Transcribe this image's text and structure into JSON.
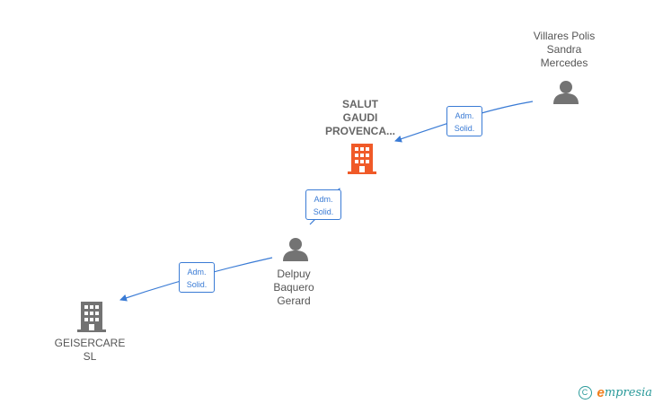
{
  "nodes": {
    "villares": {
      "lines": [
        "Villares Polis",
        "Sandra",
        "Mercedes"
      ],
      "kind": "person"
    },
    "salut": {
      "lines": [
        "SALUT",
        "GAUDI",
        "PROVENCA..."
      ],
      "kind": "company-main"
    },
    "delpuy": {
      "lines": [
        "Delpuy",
        "Baquero",
        "Gerard"
      ],
      "kind": "person"
    },
    "geisercare": {
      "lines": [
        "GEISERCARE",
        "SL"
      ],
      "kind": "company"
    }
  },
  "edges": [
    {
      "from": "villares",
      "to": "salut",
      "lines": [
        "Adm.",
        "Solid."
      ]
    },
    {
      "from": "delpuy",
      "to": "salut",
      "lines": [
        "Adm.",
        "Solid."
      ]
    },
    {
      "from": "delpuy",
      "to": "geisercare",
      "lines": [
        "Adm.",
        "Solid."
      ]
    }
  ],
  "colors": {
    "edge": "#3a7bd5",
    "person": "#737373",
    "company": "#737373",
    "company_main": "#f05a28",
    "brand_teal": "#2a9a9a",
    "brand_orange": "#f07d1a"
  },
  "footer": {
    "copyright_symbol": "C",
    "brand_initial": "e",
    "brand_rest": "mpresia"
  }
}
